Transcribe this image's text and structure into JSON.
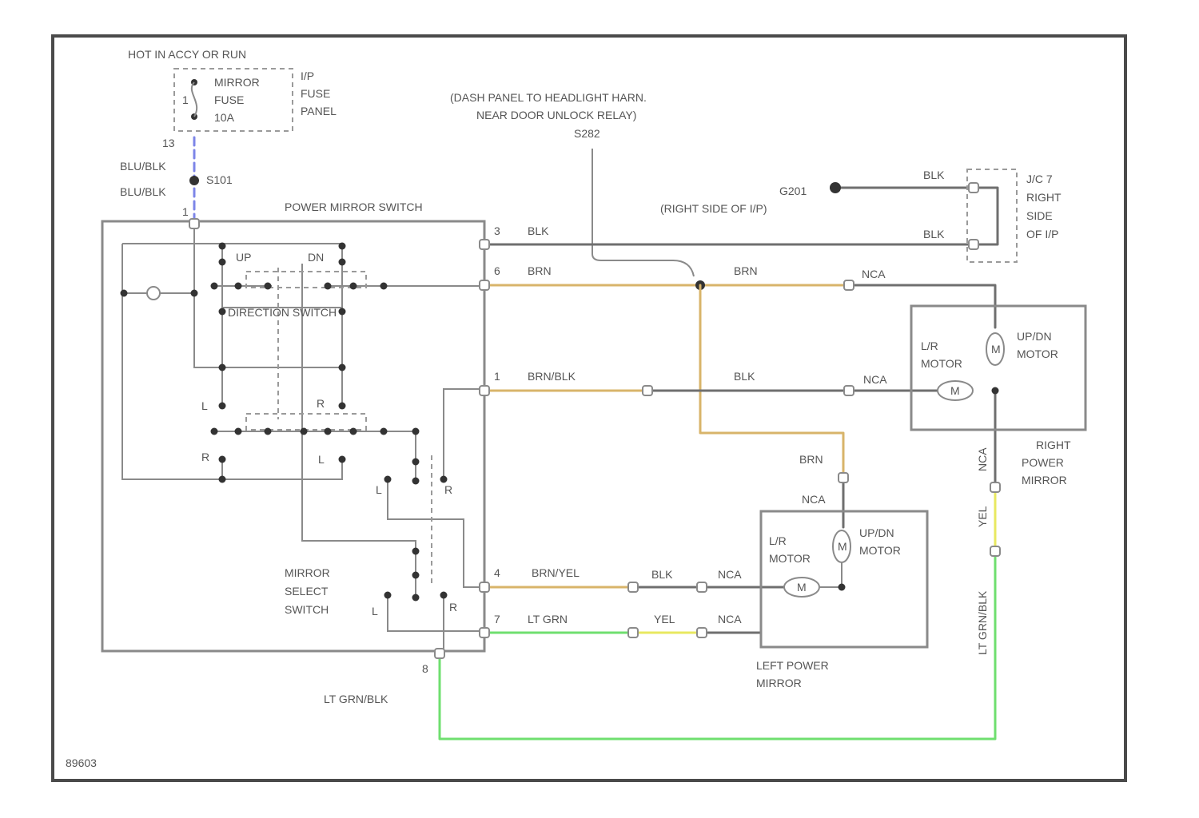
{
  "colors": {
    "border": "#4a4a4a",
    "wire_gray": "#6f6f6f",
    "wire_brn": "#d8b46a",
    "wire_grn": "#6fdf6f",
    "wire_yel": "#e8e860",
    "wire_blue": "#7d85e8"
  },
  "fuse": {
    "header": "HOT IN ACCY OR RUN",
    "name_1": "MIRROR",
    "name_2": "FUSE",
    "rating": "10A",
    "panel_1": "I/P",
    "panel_2": "FUSE",
    "panel_3": "PANEL",
    "pin_top": "1",
    "pin_bottom": "13"
  },
  "splice_top": {
    "wire_1": "BLU/BLK",
    "id": "S101",
    "wire_2": "BLU/BLK",
    "pin": "1"
  },
  "dash_note": {
    "line1": "(DASH PANEL TO HEADLIGHT HARN.",
    "line2": "NEAR DOOR UNLOCK RELAY)",
    "line3": "S282"
  },
  "ground": {
    "id": "G201",
    "location": "(RIGHT SIDE OF I/P)",
    "wire_top": "BLK",
    "wire_bottom": "BLK",
    "jc_1": "J/C 7",
    "jc_2": "RIGHT",
    "jc_3": "SIDE",
    "jc_4": "OF I/P"
  },
  "switch": {
    "title": "POWER MIRROR SWITCH",
    "up": "UP",
    "dn": "DN",
    "direction": "DIRECTION SWITCH",
    "l1": "L",
    "r1": "R",
    "r2": "R",
    "l2": "L",
    "l3": "L",
    "r3": "R",
    "l4": "L",
    "r4": "R",
    "select_1": "MIRROR",
    "select_2": "SELECT",
    "select_3": "SWITCH",
    "pin8": "8"
  },
  "pins": [
    {
      "num": "3",
      "wire": "BLK"
    },
    {
      "num": "6",
      "wire": "BRN"
    },
    {
      "num": "1",
      "wire": "BRN/BLK"
    },
    {
      "num": "4",
      "wire": "BRN/YEL"
    },
    {
      "num": "7",
      "wire": "LT GRN"
    }
  ],
  "wires": {
    "brn_right": "BRN",
    "nca_1": "NCA",
    "blk_mid": "BLK",
    "nca_2": "NCA",
    "brn_down": "BRN",
    "nca_3": "NCA",
    "blk_low": "BLK",
    "nca_4": "NCA",
    "yel_low": "YEL",
    "nca_5": "NCA",
    "nca_vert": "NCA",
    "yel_vert": "YEL",
    "ltgrn_vert": "LT GRN/BLK",
    "ltgrn_bottom": "LT GRN/BLK"
  },
  "right_mirror": {
    "lr_1": "L/R",
    "lr_2": "MOTOR",
    "ud_1": "UP/DN",
    "ud_2": "MOTOR",
    "m1": "M",
    "m2": "M",
    "name_1": "RIGHT",
    "name_2": "POWER",
    "name_3": "MIRROR"
  },
  "left_mirror": {
    "lr_1": "L/R",
    "lr_2": "MOTOR",
    "ud_1": "UP/DN",
    "ud_2": "MOTOR",
    "m1": "M",
    "m2": "M",
    "name_1": "LEFT POWER",
    "name_2": "MIRROR"
  },
  "figure_id": "89603"
}
